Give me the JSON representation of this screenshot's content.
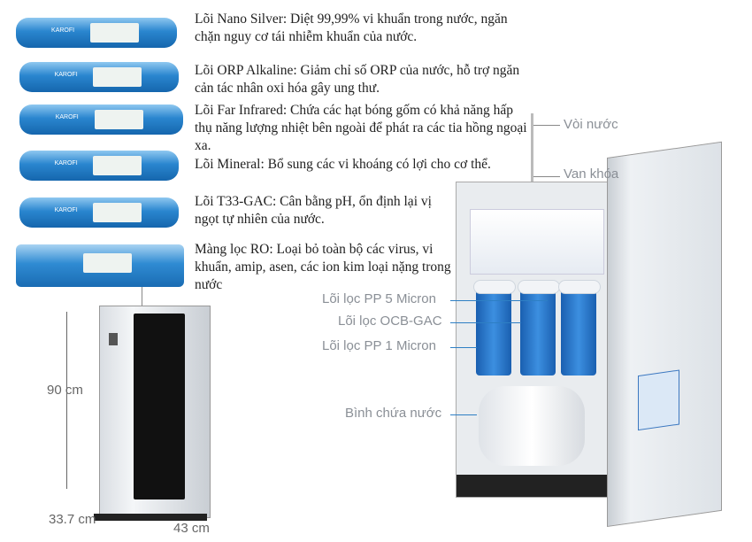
{
  "descriptions": [
    {
      "title": "Lõi Nano Silver",
      "text": "Lõi Nano Silver: Diệt 99,99% vi khuẩn trong nước, ngăn chặn nguy cơ tái nhiễm khuẩn của nước."
    },
    {
      "title": "Lõi ORP Alkaline",
      "text": "Lõi ORP Alkaline: Giảm chỉ số ORP của nước, hỗ trợ ngăn cản tác nhân oxi hóa gây ung thư."
    },
    {
      "title": "Lõi Far Infrared",
      "text": "Lõi Far Infrared: Chứa các hạt bóng gốm có khả năng hấp thụ  năng lượng nhiệt bên ngoài để phát ra các tia hồng ngoại xa."
    },
    {
      "title": "Lõi Mineral",
      "text": "Lõi Mineral: Bổ sung các vi khoáng có lợi cho cơ thể."
    },
    {
      "title": "Lõi T33-GAC",
      "text": "Lõi T33-GAC: Cân bằng pH, ổn định lại vị ngọt tự nhiên của nước."
    },
    {
      "title": "Màng lọc RO",
      "text": "Màng lọc RO: Loại bỏ toàn bộ các virus, vi khuẩn, amip, asen, các ion kim loại nặng trong nước"
    }
  ],
  "brand": "KAROFI",
  "parts": {
    "faucet": "Vòi nước",
    "valve": "Van khóa",
    "pp5": "Lõi lọc PP 5 Micron",
    "ocb": "Lõi lọc OCB-GAC",
    "pp1": "Lõi lọc PP 1 Micron",
    "tank": "Bình chứa nước"
  },
  "dimensions": {
    "height": "90 cm",
    "depth": "33.7 cm",
    "width": "43 cm"
  },
  "colors": {
    "filter_blue": "#2a86cf",
    "label_gray": "#8a8f96",
    "pointer_blue": "#2e7fc4"
  }
}
